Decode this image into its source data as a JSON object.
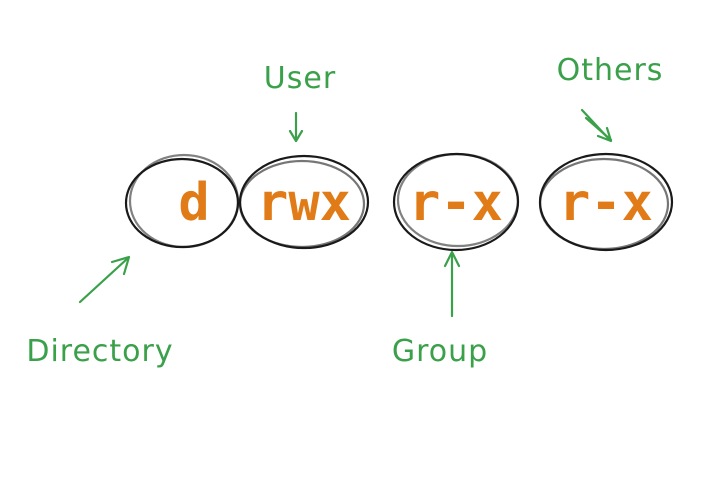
{
  "colors": {
    "permission_text": "#e07b18",
    "annotation": "#3aa04a",
    "outline": "#1a1a1a",
    "background": "#ffffff"
  },
  "segments": [
    {
      "id": "directory",
      "text": "d"
    },
    {
      "id": "user",
      "text": "rwx"
    },
    {
      "id": "group",
      "text": "r-x"
    },
    {
      "id": "others",
      "text": "r-x"
    }
  ],
  "labels": {
    "user": "User",
    "others": "Others",
    "directory": "Directory",
    "group": "Group"
  },
  "icons": [
    "arrow-icon"
  ]
}
